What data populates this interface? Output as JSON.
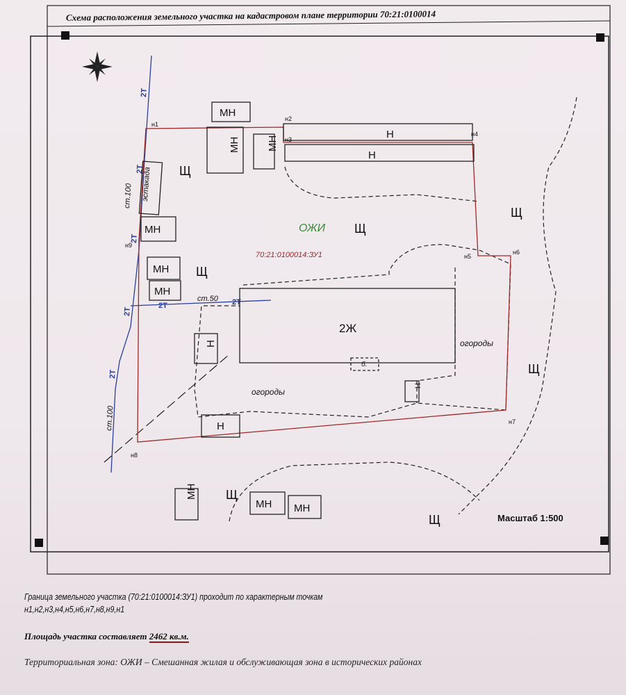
{
  "title": "Схема расположения земельного участка на кадастровом плане территории  70:21:0100014",
  "map": {
    "parcel_id": "70:21:0100014:ЗУ1",
    "zone_label": "ОЖИ",
    "points": [
      "н1",
      "н2",
      "н3",
      "н4",
      "н5",
      "н6",
      "н7",
      "н8",
      "н9"
    ],
    "building_main": "2Ж",
    "labels": {
      "mn": "МН",
      "n": "Н",
      "shch": "Щ",
      "gardens": "огороды",
      "estakada": "эстакада",
      "b": "б.",
      "st100": "ст.100",
      "st50": "ст.50",
      "t2": "2Т"
    },
    "scale": "Масштаб 1:500",
    "colors": {
      "boundary": "#9a2a2a",
      "utility": "#2a3f9a",
      "ink": "#222222"
    }
  },
  "footer": {
    "boundary_text": "Граница земельного участка (70:21:0100014:ЗУ1) проходит по характерным точкам",
    "points_text": "н1,н2,н3,н4,н5,н6,н7,н8,н9,н1",
    "area_prefix": "Площадь участка составляет ",
    "area_value": "2462 кв.м.",
    "zone_text": "Территориальная зона: ОЖИ – Смешанная жилая и обслуживающая зона в исторических районах"
  }
}
